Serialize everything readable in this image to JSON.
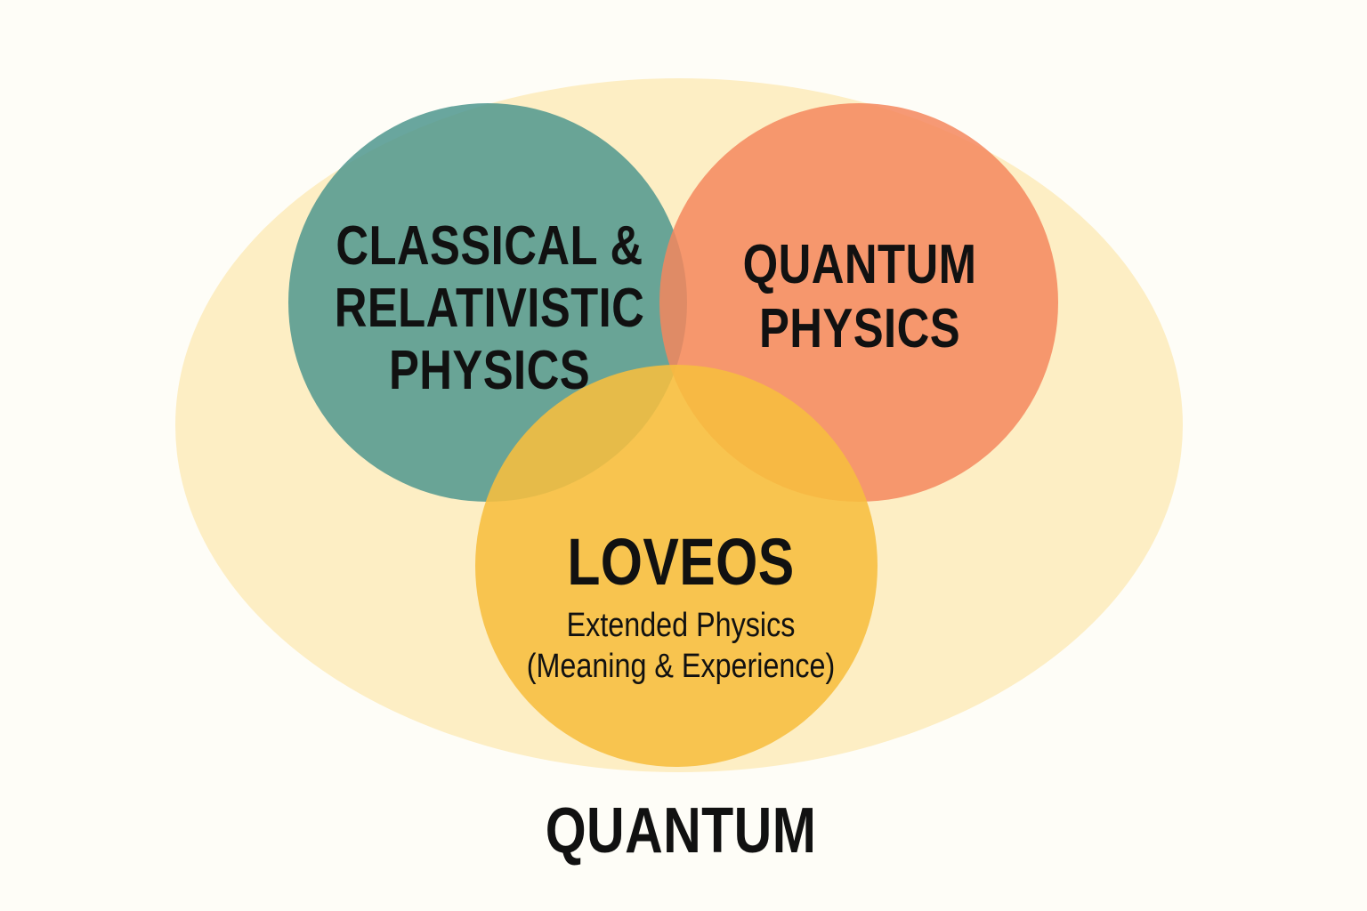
{
  "outer_set": {
    "label": "QUANTUM",
    "color": "#fdeec4"
  },
  "circles": {
    "classical": {
      "lines": [
        "CLASSICAL &",
        "RELATIVISTIC",
        "PHYSICS"
      ],
      "color": "#4f978e"
    },
    "quantum_physics": {
      "lines": [
        "QUANTUM",
        "PHYSICS"
      ],
      "color": "#f4875e"
    },
    "loveos": {
      "title": "LOVEOS",
      "subtitle_lines": [
        "Extended Physics",
        "(Meaning & Experience)"
      ],
      "color": "#f7be3f"
    }
  }
}
